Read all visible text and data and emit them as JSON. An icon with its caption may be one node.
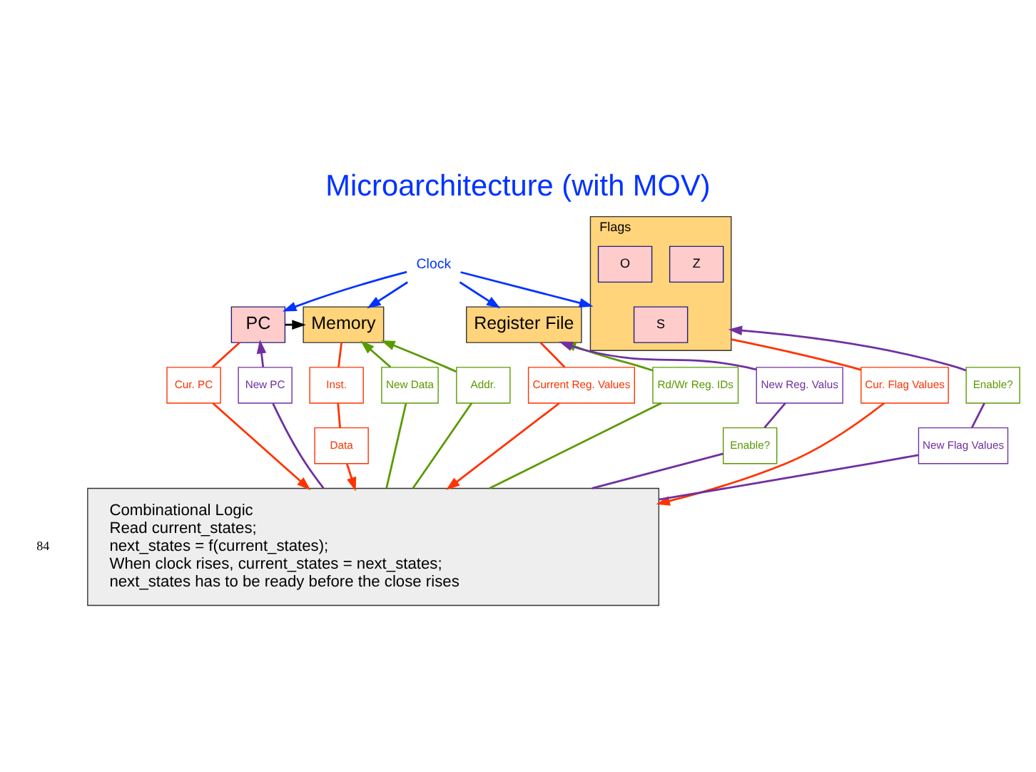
{
  "diagram": {
    "title": "Microarchitecture (with MOV)",
    "nodes": [
      {
        "text": [
          "Clock"
        ]
      },
      {
        "text": [
          "PC"
        ]
      },
      {
        "text": [
          "Memory"
        ]
      },
      {
        "text": [
          "Register File"
        ]
      },
      {
        "text": [
          "Flags"
        ]
      },
      {
        "text": [
          "Z"
        ],
        "in": 4
      },
      {
        "text": [
          "S"
        ],
        "in": 4
      },
      {
        "text": [
          "O"
        ],
        "in": 4
      },
      {
        "text": [
          "Cur. PC"
        ]
      },
      {
        "text": [
          "New PC"
        ]
      },
      {
        "text": [
          "Inst."
        ]
      },
      {
        "text": [
          "Data"
        ]
      },
      {
        "text": [
          "New Data"
        ]
      },
      {
        "text": [
          "Addr."
        ]
      },
      {
        "text": [
          "Rd/Wr Reg. IDs"
        ]
      },
      {
        "text": [
          "New Reg. Valus"
        ]
      },
      {
        "text": [
          "Enable?"
        ]
      },
      {
        "text": [
          "Current Reg. Values"
        ]
      },
      {
        "text": [
          "Enable?"
        ]
      },
      {
        "text": [
          "New Flag Values"
        ]
      },
      {
        "text": [
          "Cur. Flag Values"
        ]
      },
      {
        "text": [
          "Combinational Logic",
          "Read current_states;",
          "next_states = f(current_states);",
          "When clock rises, current_states = next_states;",
          "next_states has to be ready before the close rises"
        ]
      }
    ],
    "edges": [
      {
        "from": 0,
        "to": 1,
        "arrow": "to",
        "color": "#0033ff"
      },
      {
        "from": 0,
        "to": 2,
        "arrow": "to",
        "color": "#0033ff"
      },
      {
        "from": 0,
        "to": 3,
        "arrow": "to",
        "color": "#0033ff"
      },
      {
        "from": 0,
        "to": 4,
        "arrow": "to",
        "color": "#0033ff"
      },
      {
        "from": 1,
        "to": 2,
        "arrow": "to",
        "color": "#000000"
      },
      {
        "from": 1,
        "to": 8,
        "arrow": "none",
        "color": "#ff3300"
      },
      {
        "from": 8,
        "to": 21,
        "arrow": "to",
        "color": "#ff3300"
      },
      {
        "from": 21,
        "to": 9,
        "arrow": "none",
        "color": "#7030a0"
      },
      {
        "from": 9,
        "to": 1,
        "arrow": "to",
        "color": "#7030a0"
      },
      {
        "from": 2,
        "to": 10,
        "arrow": "none",
        "color": "#ff3300"
      },
      {
        "from": 10,
        "to": 11,
        "arrow": "none",
        "color": "#ff3300"
      },
      {
        "from": 11,
        "to": 21,
        "arrow": "to",
        "color": "#ff3300"
      },
      {
        "from": 21,
        "to": 12,
        "arrow": "none",
        "color": "#5a9a00"
      },
      {
        "from": 12,
        "to": 2,
        "arrow": "to",
        "color": "#5a9a00"
      },
      {
        "from": 21,
        "to": 13,
        "arrow": "none",
        "color": "#5a9a00"
      },
      {
        "from": 13,
        "to": 2,
        "arrow": "to",
        "color": "#5a9a00"
      },
      {
        "from": 21,
        "to": 14,
        "arrow": "none",
        "color": "#5a9a00"
      },
      {
        "from": 14,
        "to": 3,
        "arrow": "to",
        "color": "#5a9a00"
      },
      {
        "from": 21,
        "to": 16,
        "arrow": "none",
        "color": "#7030a0"
      },
      {
        "from": 16,
        "to": 15,
        "arrow": "none",
        "color": "#7030a0"
      },
      {
        "from": 15,
        "to": 3,
        "arrow": "to",
        "color": "#7030a0"
      },
      {
        "from": 3,
        "to": 17,
        "arrow": "none",
        "color": "#ff3300"
      },
      {
        "from": 17,
        "to": 21,
        "arrow": "to",
        "color": "#ff3300"
      },
      {
        "from": 21,
        "to": 19,
        "arrow": "none",
        "color": "#7030a0"
      },
      {
        "from": 19,
        "to": 18,
        "arrow": "none",
        "color": "#7030a0"
      },
      {
        "from": 18,
        "to": 4,
        "arrow": "to",
        "color": "#7030a0"
      },
      {
        "from": 4,
        "to": 20,
        "arrow": "none",
        "color": "#ff3300"
      },
      {
        "from": 20,
        "to": 21,
        "arrow": "to",
        "color": "#ff3300"
      }
    ],
    "labels": [
      "84"
    ]
  }
}
